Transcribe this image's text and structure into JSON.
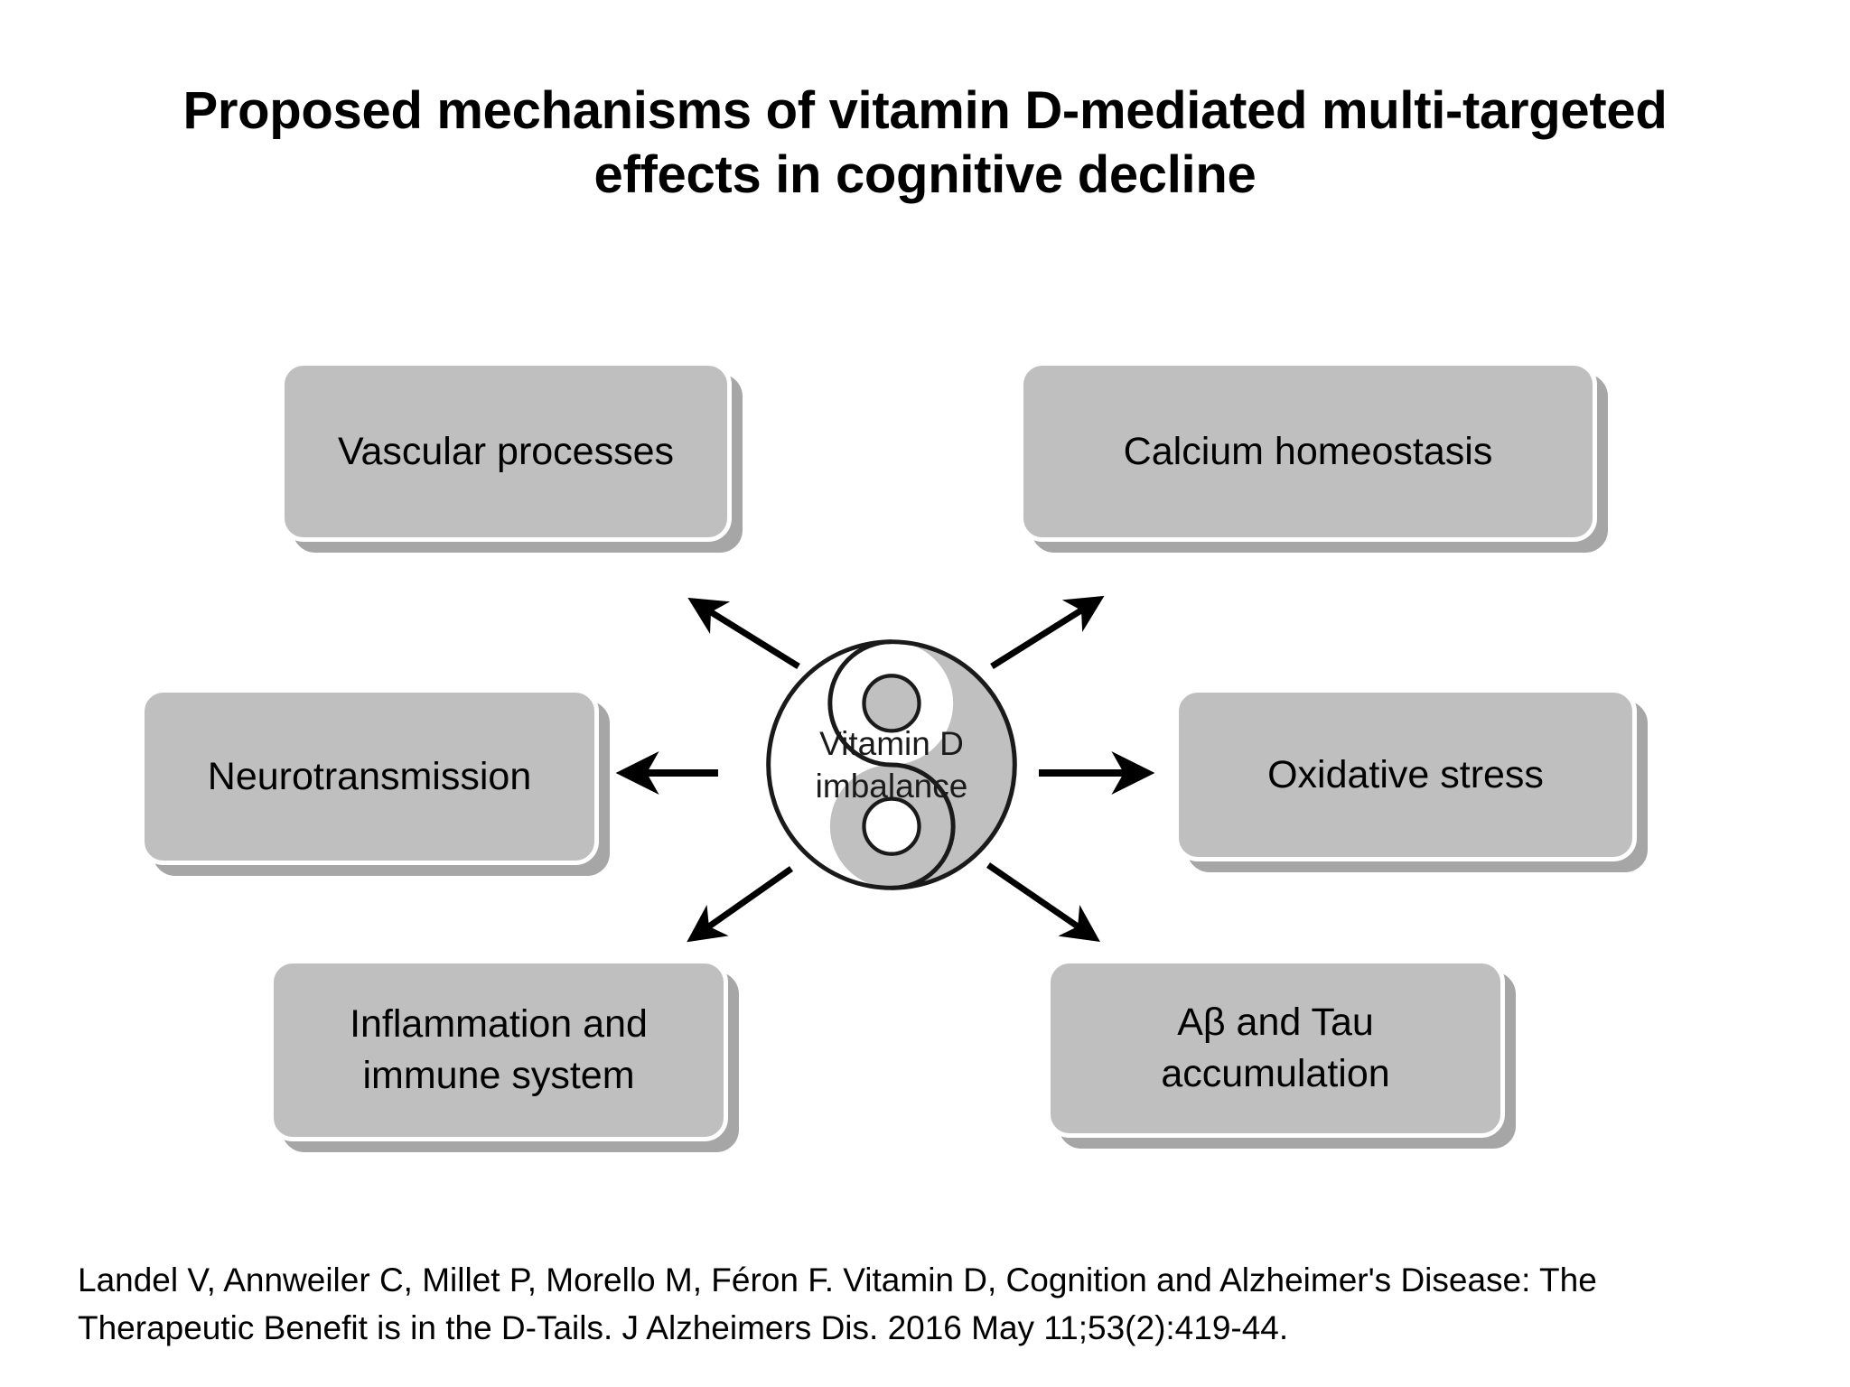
{
  "slide": {
    "title": "Proposed mechanisms of vitamin D-mediated multi-targeted effects in cognitive decline",
    "background_color": "#ffffff",
    "text_color": "#000000"
  },
  "center": {
    "label": "Vitamin D\nimbalance",
    "icon": "yin-yang-symbol",
    "light_color": "#ffffff",
    "dark_color": "#c0c0c0",
    "outline_color": "#1a1a1a"
  },
  "boxes": [
    {
      "id": "vascular",
      "label": "Vascular processes",
      "position": "top-left"
    },
    {
      "id": "calcium",
      "label": "Calcium homeostasis",
      "position": "top-right"
    },
    {
      "id": "neuro",
      "label": "Neurotransmission",
      "position": "middle-left"
    },
    {
      "id": "oxidative",
      "label": "Oxidative stress",
      "position": "middle-right"
    },
    {
      "id": "inflammation",
      "label": "Inflammation and\nimmune system",
      "position": "bottom-left"
    },
    {
      "id": "abeta",
      "label": "Aβ and Tau\naccumulation",
      "position": "bottom-right"
    }
  ],
  "box_style": {
    "fill_color": "#bfbfbf",
    "border_color": "#ffffff",
    "shadow_color": "#a6a6a6"
  },
  "arrows": {
    "color": "#000000",
    "count": 6,
    "directions": [
      "up-left",
      "up-right",
      "left",
      "right",
      "down-left",
      "down-right"
    ]
  },
  "citation": {
    "text": "Landel V, Annweiler C, Millet P, Morello M, Féron F. Vitamin D, Cognition and Alzheimer's Disease: The Therapeutic Benefit is in the D-Tails. J Alzheimers Dis. 2016 May 11;53(2):419-44."
  }
}
